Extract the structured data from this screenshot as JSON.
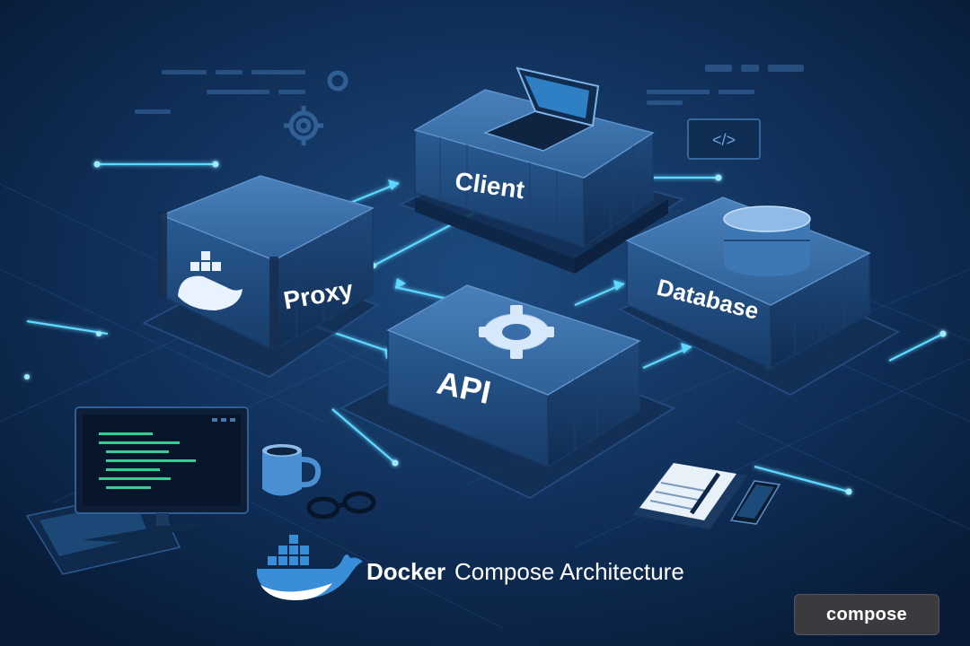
{
  "services": {
    "client": "Client",
    "proxy": "Proxy",
    "api": "API",
    "database": "Database"
  },
  "logo": {
    "brand": "Docker",
    "subtitle": "Compose Architecture"
  },
  "badge": "compose",
  "code_tag": "</>",
  "colors": {
    "background": "#0b2244",
    "accent_glow": "#5fd8ff",
    "box_top": "#3a6ea8",
    "box_side": "#244d80",
    "text": "#ffffff",
    "terminal_text": "#3fe0a0"
  }
}
